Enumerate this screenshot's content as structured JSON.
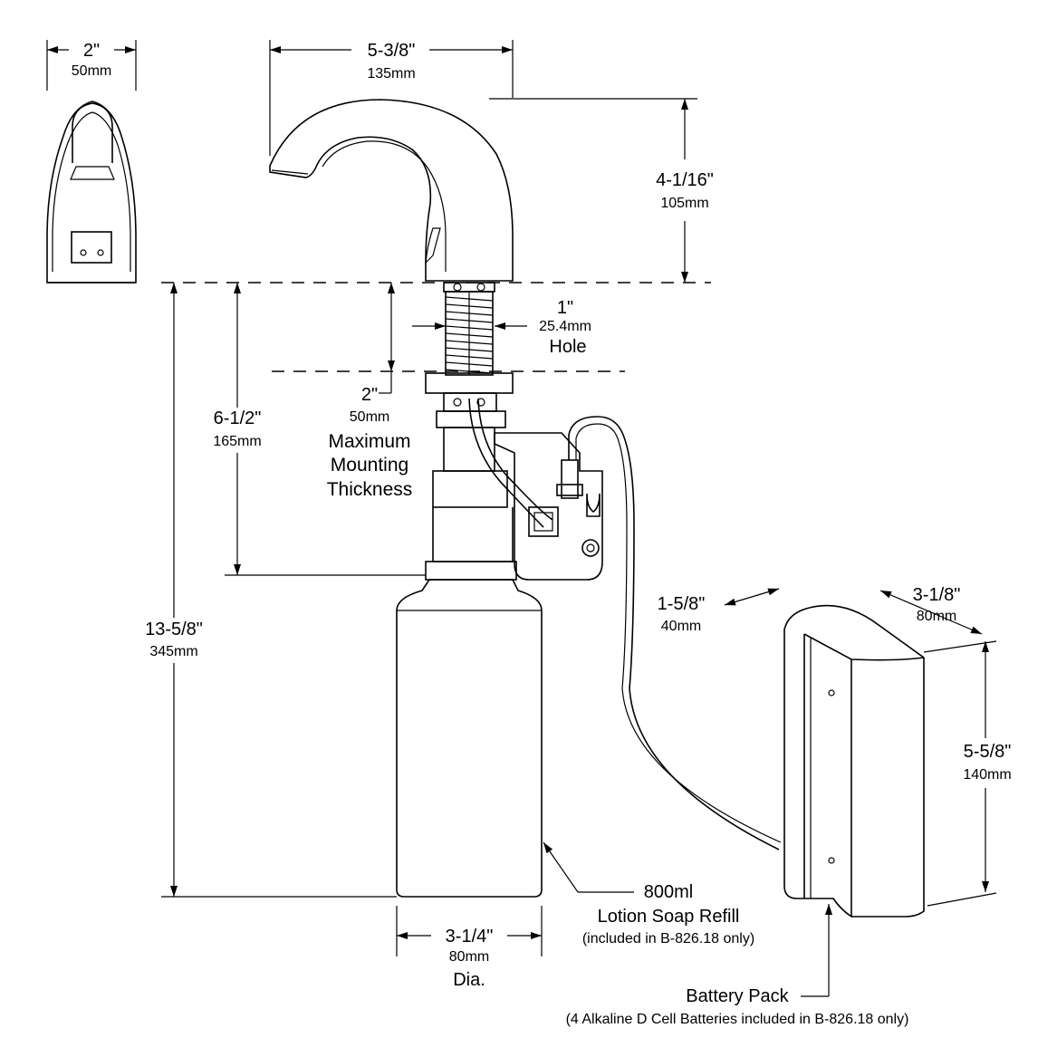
{
  "dimensions": {
    "spout_width": {
      "inches": "2\"",
      "mm": "50mm"
    },
    "spout_length": {
      "inches": "5-3/8\"",
      "mm": "135mm"
    },
    "spout_height": {
      "inches": "4-1/16\"",
      "mm": "105mm"
    },
    "hole": {
      "inches": "1\"",
      "mm": "25.4mm",
      "label": "Hole"
    },
    "mounting": {
      "inches": "2\"",
      "mm": "50mm",
      "line1": "Maximum",
      "line2": "Mounting",
      "line3": "Thickness"
    },
    "below_counter": {
      "inches": "6-1/2\"",
      "mm": "165mm"
    },
    "overall_height": {
      "inches": "13-5/8\"",
      "mm": "345mm"
    },
    "bottle_dia": {
      "inches": "3-1/4\"",
      "mm": "80mm",
      "label": "Dia."
    },
    "battery_depth": {
      "inches": "1-5/8\"",
      "mm": "40mm"
    },
    "battery_width": {
      "inches": "3-1/8\"",
      "mm": "80mm"
    },
    "battery_height": {
      "inches": "5-5/8\"",
      "mm": "140mm"
    }
  },
  "callouts": {
    "refill": {
      "line1": "800ml",
      "line2": "Lotion Soap Refill",
      "line3": "(included in B-826.18 only)"
    },
    "battery": {
      "line1": "Battery Pack",
      "line2": "(4 Alkaline D Cell Batteries included in B-826.18 only)"
    }
  }
}
